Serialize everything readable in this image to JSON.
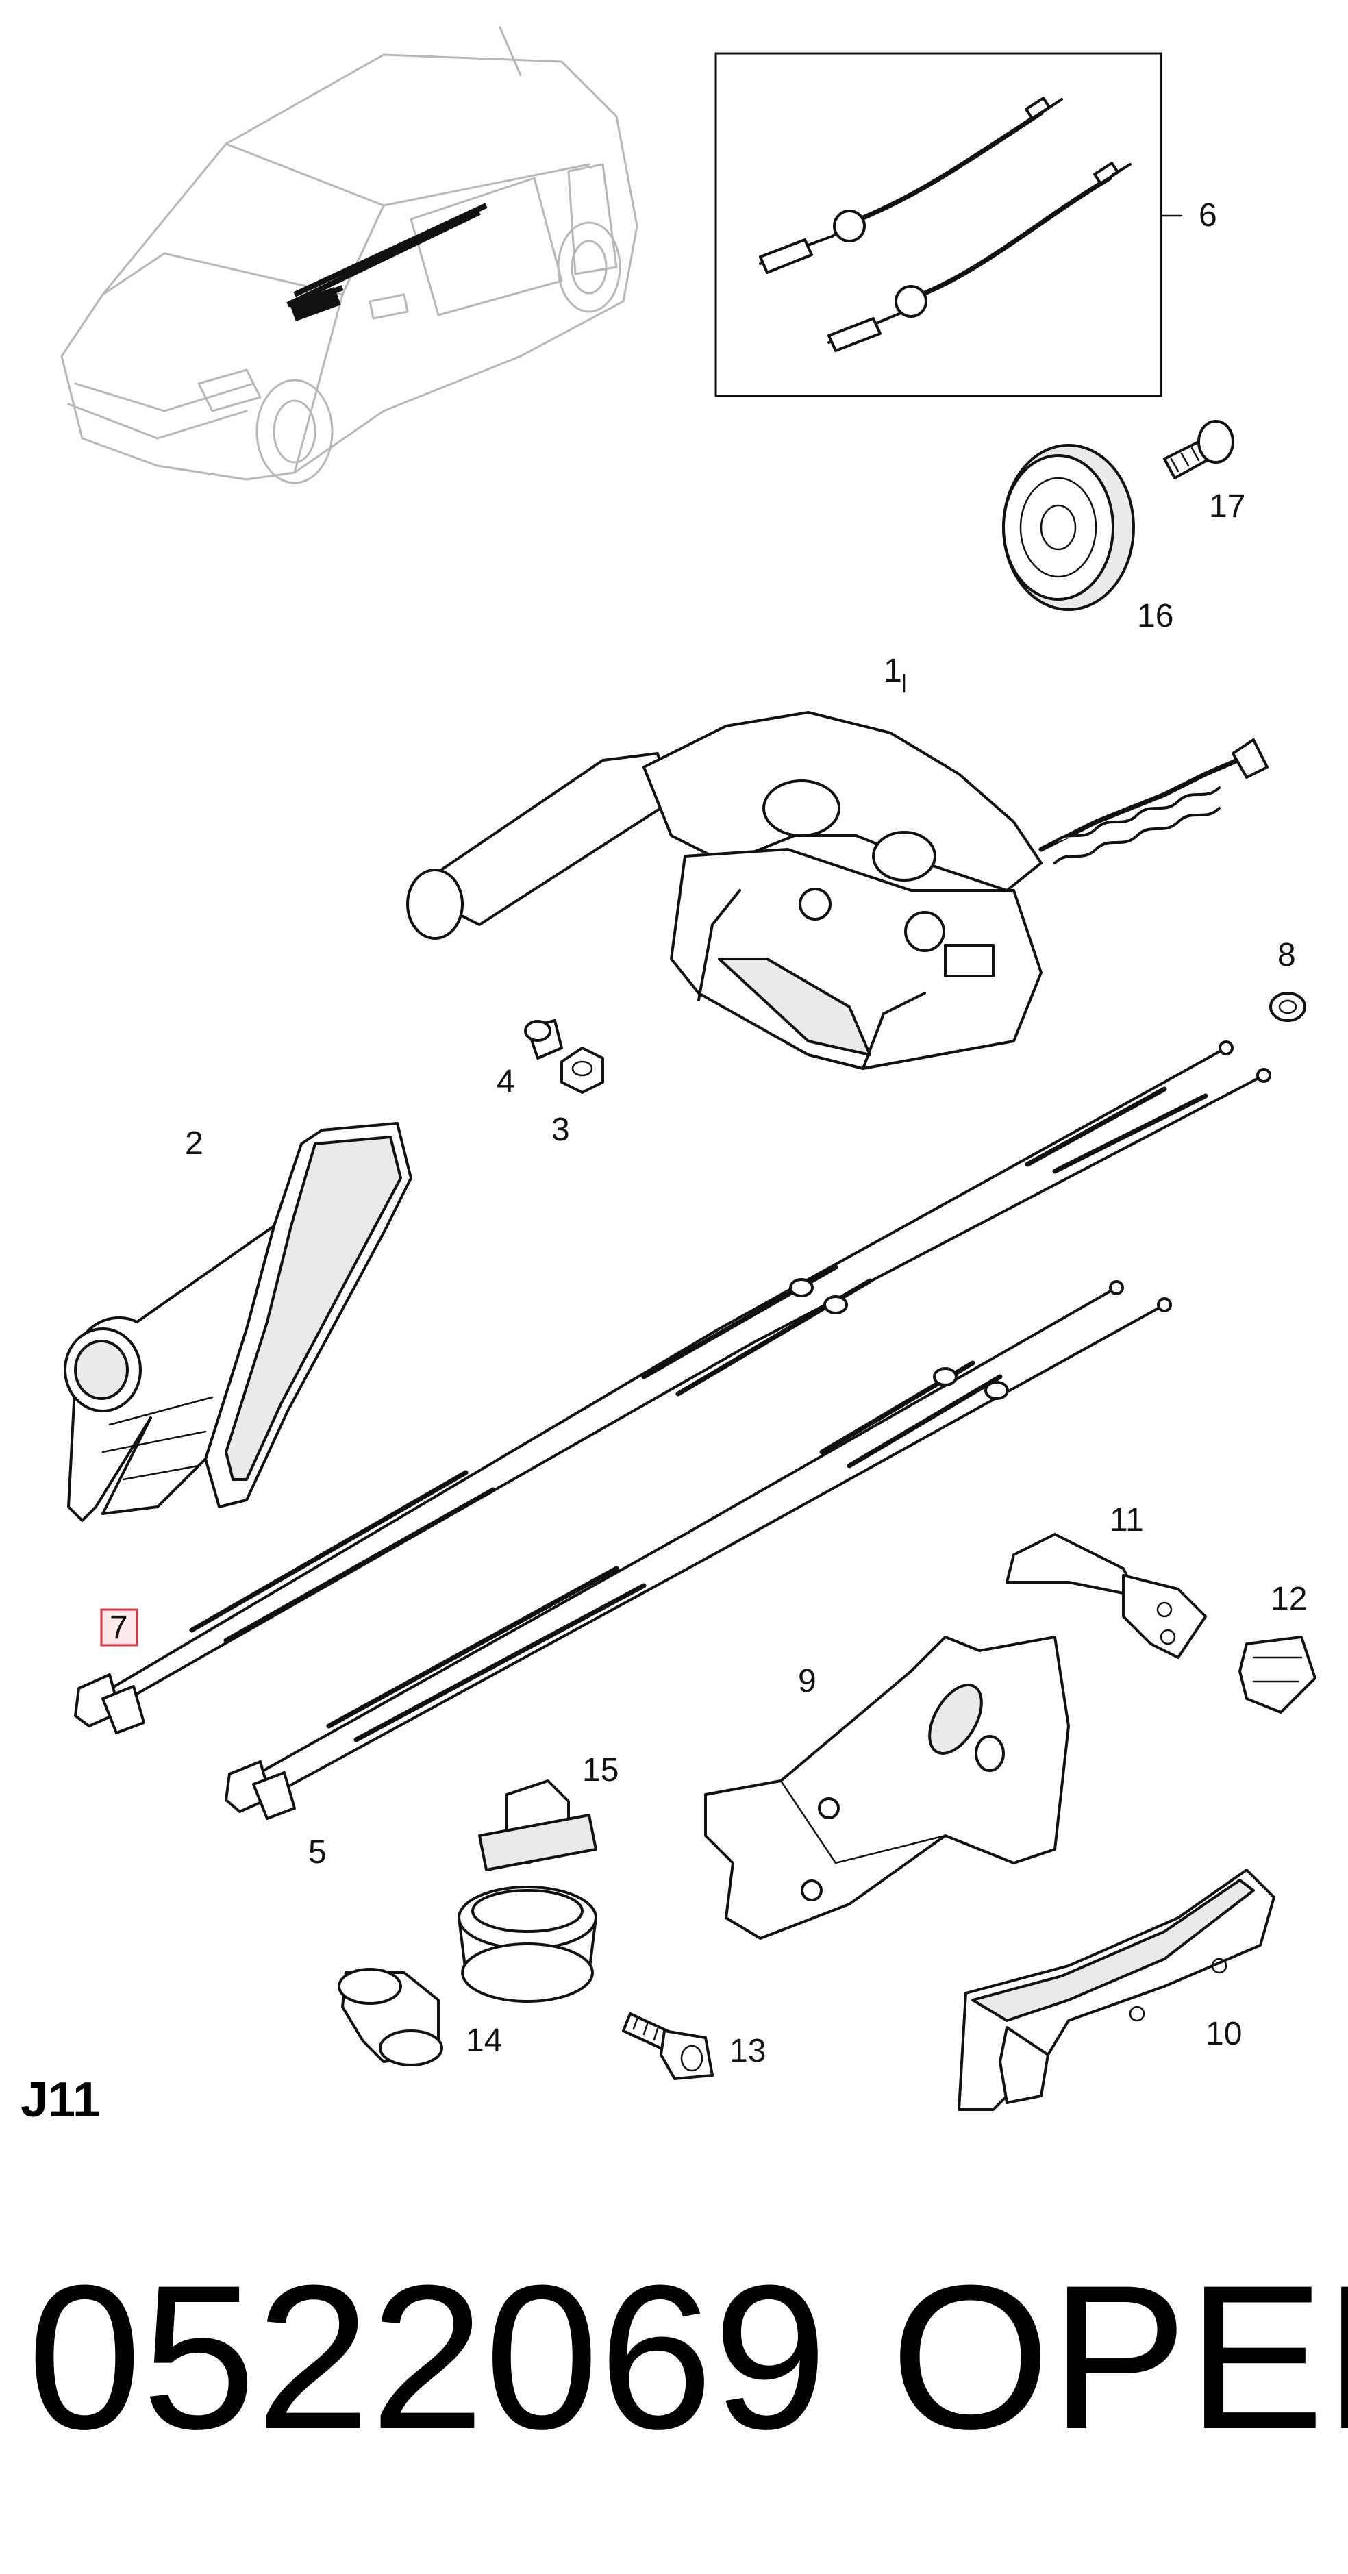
{
  "diagram": {
    "section_code": "J11",
    "footer": {
      "part_number": "0522069",
      "brand": "OPEL"
    },
    "highlighted_callout": "7",
    "highlight_color": "#e2323c",
    "callouts": [
      {
        "id": "1",
        "label": "1"
      },
      {
        "id": "2",
        "label": "2"
      },
      {
        "id": "3",
        "label": "3"
      },
      {
        "id": "4",
        "label": "4"
      },
      {
        "id": "5",
        "label": "5"
      },
      {
        "id": "6",
        "label": "6"
      },
      {
        "id": "7",
        "label": "7"
      },
      {
        "id": "8",
        "label": "8"
      },
      {
        "id": "9",
        "label": "9"
      },
      {
        "id": "10",
        "label": "10"
      },
      {
        "id": "11",
        "label": "11"
      },
      {
        "id": "12",
        "label": "12"
      },
      {
        "id": "13",
        "label": "13"
      },
      {
        "id": "14",
        "label": "14"
      },
      {
        "id": "15",
        "label": "15"
      },
      {
        "id": "16",
        "label": "16"
      },
      {
        "id": "17",
        "label": "17"
      }
    ]
  }
}
